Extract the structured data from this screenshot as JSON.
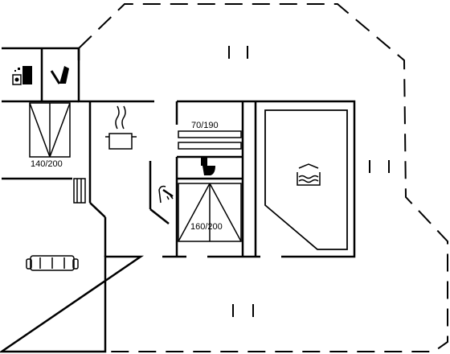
{
  "diagram": {
    "type": "floor-plan",
    "rooms": [
      {
        "id": "utility",
        "icons": [
          "washing-machine-icon",
          "dryer-icon"
        ]
      },
      {
        "id": "bedroom-1",
        "bed_label": "140/200"
      },
      {
        "id": "kitchen",
        "icons": [
          "cooking-pot-icon"
        ]
      },
      {
        "id": "bedroom-2",
        "bed_label": "70/190",
        "bed_kind": "bunk"
      },
      {
        "id": "bathroom",
        "icons": [
          "toilet-icon",
          "shower-icon"
        ]
      },
      {
        "id": "bedroom-3",
        "bed_label": "160/200"
      },
      {
        "id": "pool-room",
        "icons": [
          "swimming-pool-icon"
        ]
      },
      {
        "id": "living-room",
        "icons": [
          "sofa-icon"
        ]
      }
    ],
    "terrace": {
      "outline": "dashed"
    }
  },
  "colors": {
    "wall": "#000000",
    "background": "#ffffff"
  }
}
